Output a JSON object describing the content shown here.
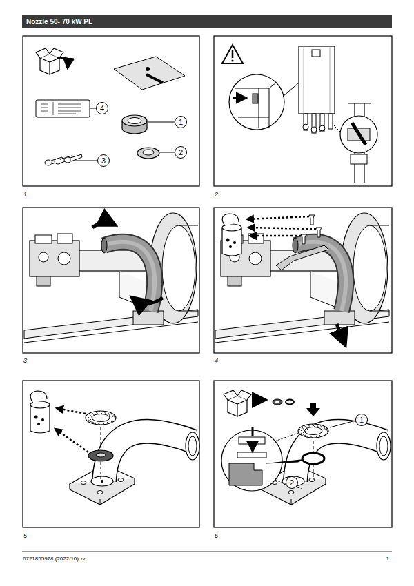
{
  "diagram": {
    "title": "Nozzle 50- 70 kW PL",
    "nodes": [
      {
        "text": [
          "4"
        ]
      },
      {
        "text": [
          "1"
        ]
      },
      {
        "text": [
          "2"
        ]
      },
      {
        "text": [
          "3"
        ]
      },
      {
        "text": [
          "1"
        ]
      },
      {
        "text": [
          "2"
        ]
      }
    ],
    "labels": [
      "1",
      "2",
      "3",
      "4",
      "5",
      "6",
      "6721855978 (2022/10) zz",
      "1"
    ]
  }
}
